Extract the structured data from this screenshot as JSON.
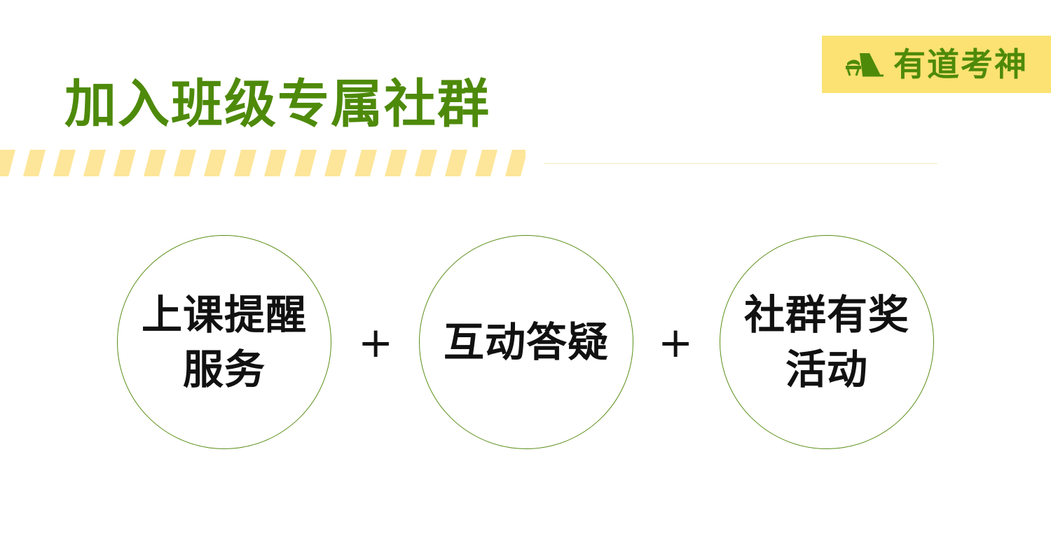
{
  "header": {
    "title": "加入班级专属社群"
  },
  "logo": {
    "icon": "stage-chair-logo-icon",
    "brand_text": "有道考神"
  },
  "features": [
    {
      "lines": [
        "上课提醒",
        "服务"
      ]
    },
    {
      "lines": [
        "互动答疑"
      ]
    },
    {
      "lines": [
        "社群有奖",
        "活动"
      ]
    }
  ],
  "connectors": {
    "plus_1": "+",
    "plus_2": "+"
  },
  "colors": {
    "brand_green": "#4e8a0a",
    "accent_yellow": "#fbe272",
    "stripe_yellow": "#fde69a",
    "circle_border": "#5a8e17",
    "text_dark": "#111111"
  }
}
